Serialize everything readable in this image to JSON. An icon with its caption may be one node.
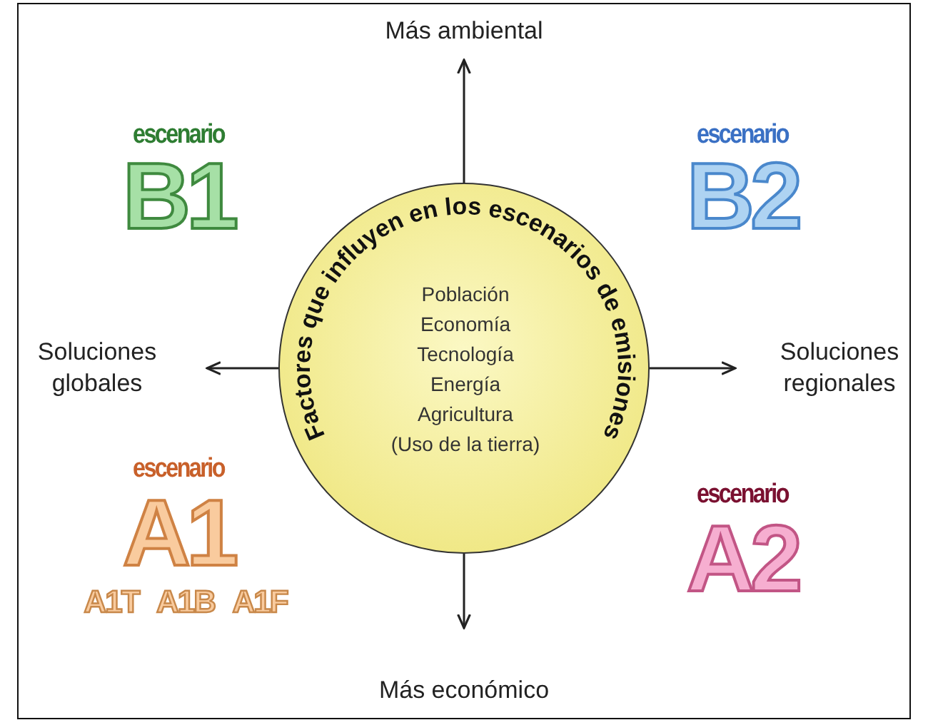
{
  "diagram": {
    "nodes": [
      {
        "text": [
          "Factores que influyen en los escenarios de emisiones",
          "Población",
          "Economía",
          "Tecnología",
          "Energía",
          "Agricultura",
          "(Uso de la tierra)"
        ]
      },
      {
        "text": [
          "Más ambiental"
        ]
      },
      {
        "text": [
          "Soluciones globales"
        ]
      },
      {
        "text": [
          "Soluciones regionales"
        ]
      },
      {
        "text": [
          "Más económico"
        ]
      }
    ],
    "edges": [
      {
        "from": 0,
        "to": 1,
        "arrow": "to"
      },
      {
        "from": 0,
        "to": 2,
        "arrow": "to"
      },
      {
        "from": 0,
        "to": 3,
        "arrow": "to"
      },
      {
        "from": 0,
        "to": 4,
        "arrow": "to"
      }
    ],
    "labels": [
      "escenario",
      "B1",
      "escenario",
      "B2",
      "escenario",
      "A1",
      "A1T",
      "A1B",
      "A1F",
      "escenario",
      "A2"
    ]
  }
}
